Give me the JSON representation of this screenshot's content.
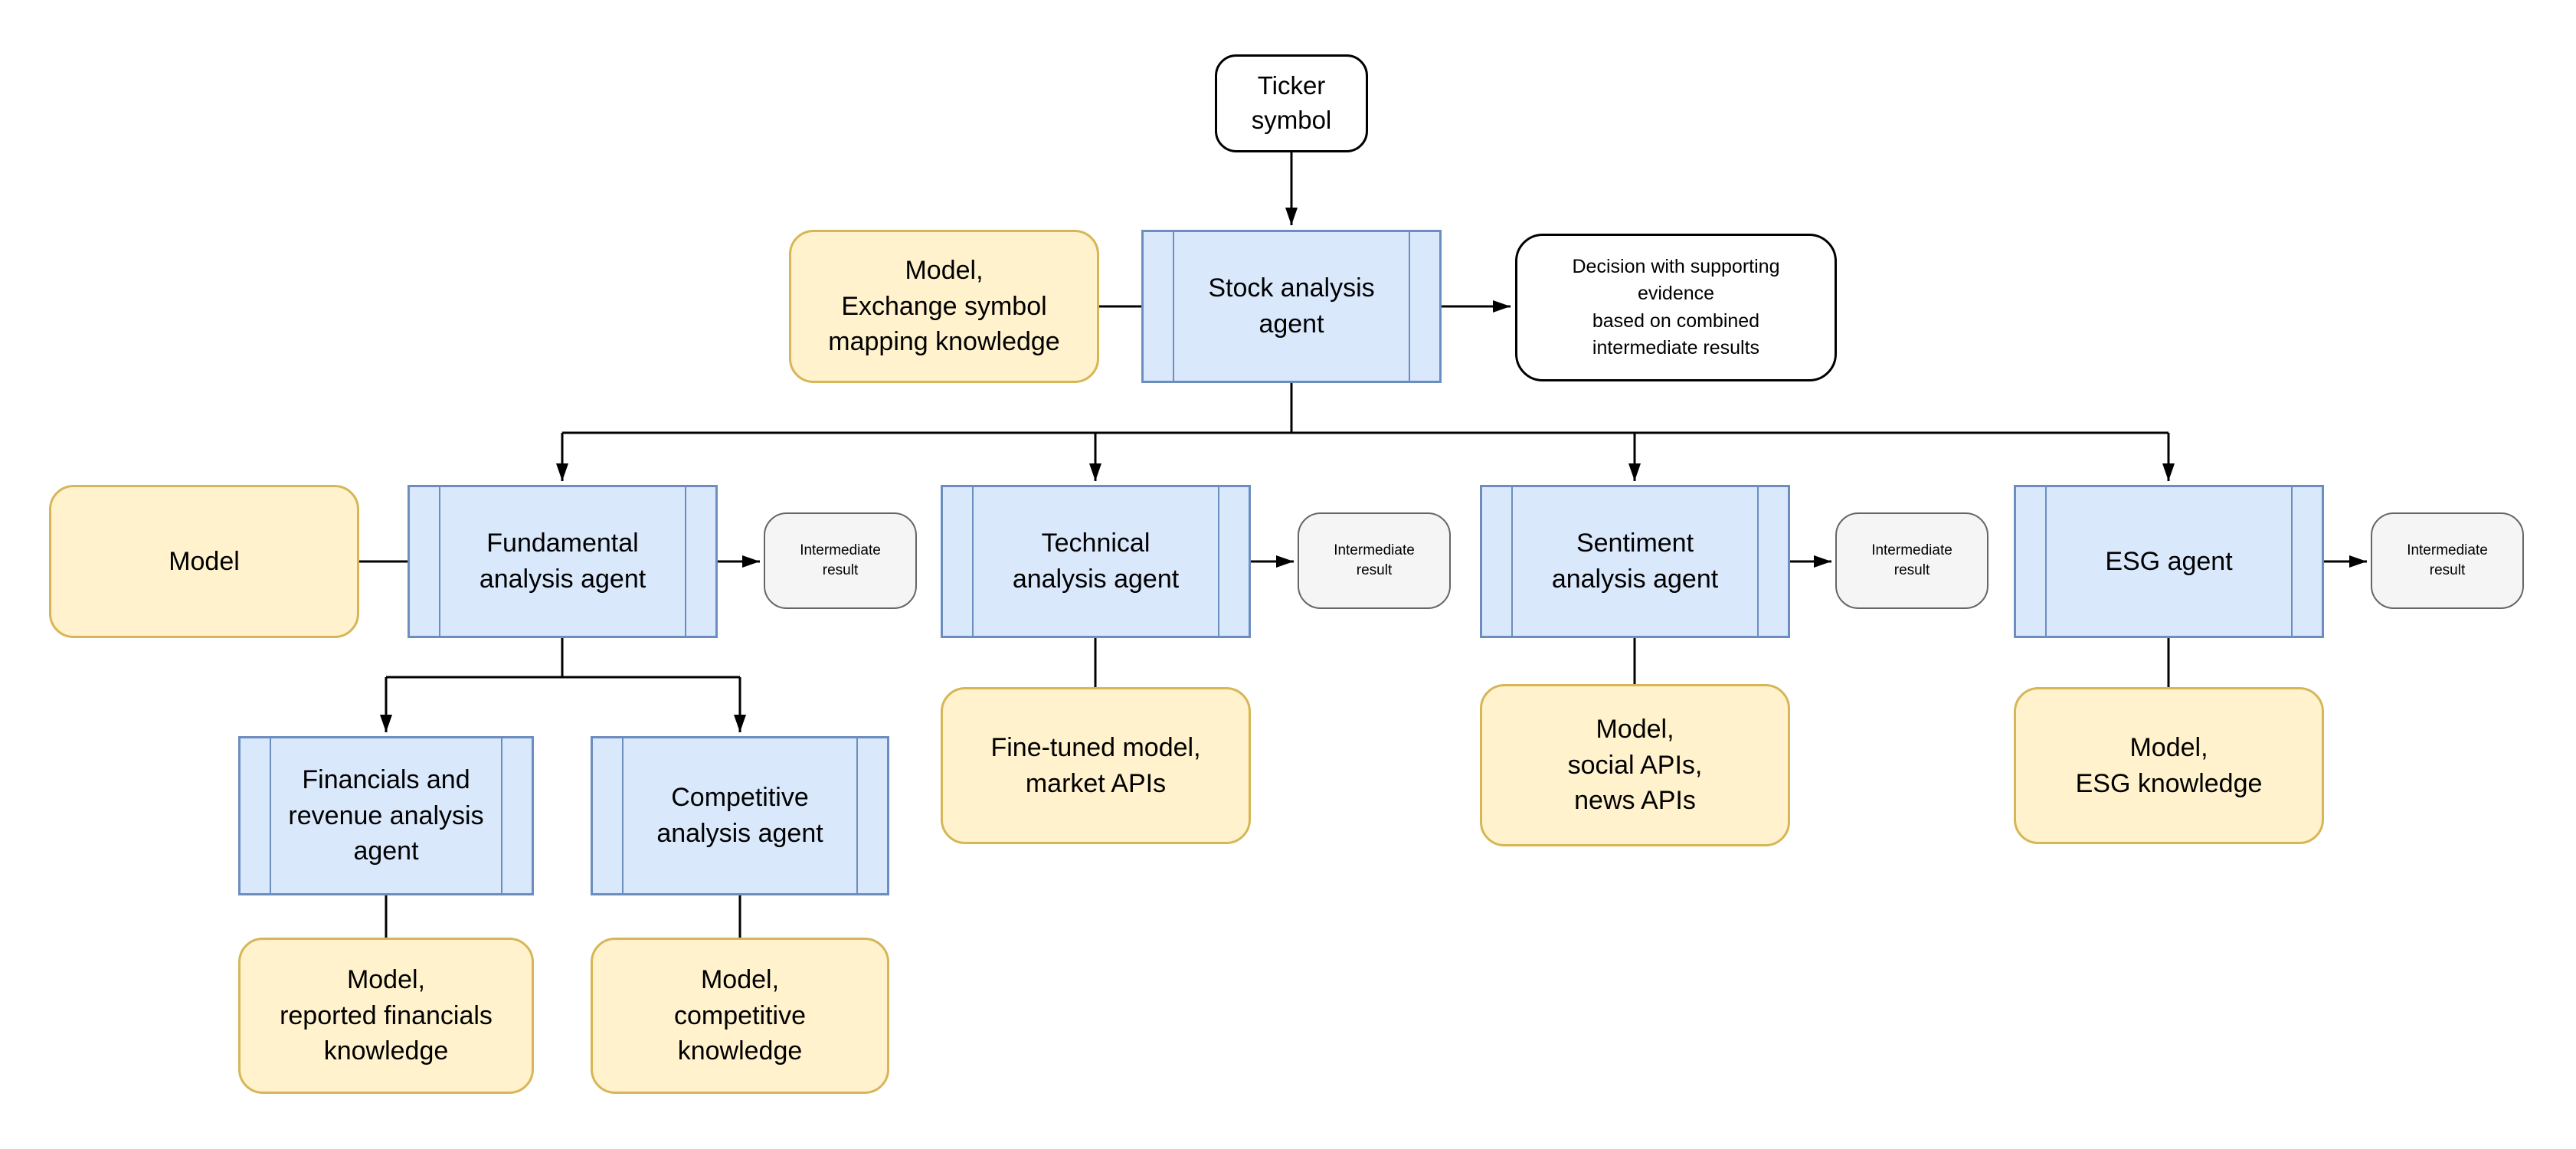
{
  "diagram": {
    "type": "flowchart",
    "colors": {
      "agent_fill": "#dae8fc",
      "agent_border": "#6c8ebf",
      "knowledge_fill": "#fff2cc",
      "knowledge_border": "#d6b656",
      "result_fill": "#f5f5f5",
      "result_border": "#666666",
      "io_fill": "#ffffff",
      "io_border": "#000000",
      "edge_color": "#000000",
      "background": "#ffffff"
    },
    "nodes": {
      "ticker": {
        "label": "Ticker\nsymbol",
        "shape": "rounded-io"
      },
      "exchange_knowledge": {
        "label": "Model,\nExchange symbol\nmapping knowledge",
        "shape": "rounded-knowledge"
      },
      "stock_agent": {
        "label": "Stock analysis\nagent",
        "shape": "subroutine"
      },
      "decision": {
        "label": "Decision with supporting\nevidence\nbased on combined\nintermediate results",
        "shape": "rounded-io"
      },
      "model": {
        "label": "Model",
        "shape": "rounded-knowledge"
      },
      "fundamental_agent": {
        "label": "Fundamental\nanalysis agent",
        "shape": "subroutine"
      },
      "technical_agent": {
        "label": "Technical\nanalysis agent",
        "shape": "subroutine"
      },
      "sentiment_agent": {
        "label": "Sentiment\nanalysis agent",
        "shape": "subroutine"
      },
      "esg_agent": {
        "label": "ESG agent",
        "shape": "subroutine"
      },
      "intermediate_result": {
        "label": "Intermediate\nresult",
        "shape": "rounded-result"
      },
      "finetuned_knowledge": {
        "label": "Fine-tuned model,\nmarket APIs",
        "shape": "rounded-knowledge"
      },
      "social_knowledge": {
        "label": "Model,\nsocial APIs,\nnews APIs",
        "shape": "rounded-knowledge"
      },
      "esg_knowledge": {
        "label": "Model,\nESG knowledge",
        "shape": "rounded-knowledge"
      },
      "financials_agent": {
        "label": "Financials and\nrevenue analysis\nagent",
        "shape": "subroutine"
      },
      "competitive_agent": {
        "label": "Competitive\nanalysis agent",
        "shape": "subroutine"
      },
      "reported_knowledge": {
        "label": "Model,\nreported financials\nknowledge",
        "shape": "rounded-knowledge"
      },
      "competitive_knowledge": {
        "label": "Model,\ncompetitive\nknowledge",
        "shape": "rounded-knowledge"
      }
    }
  }
}
